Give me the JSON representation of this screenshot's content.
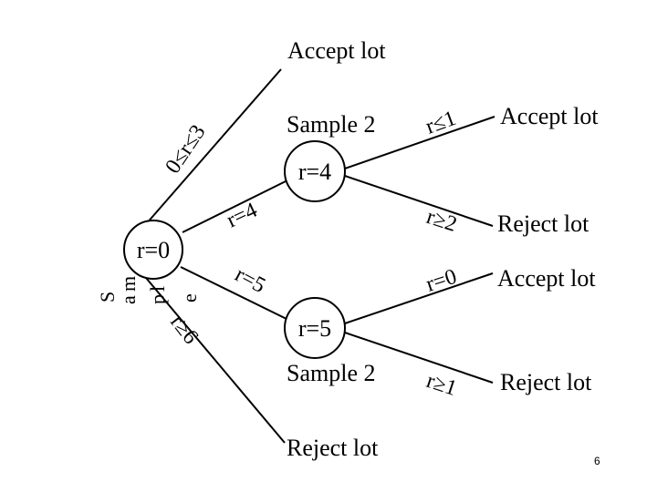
{
  "diagram": {
    "start_node": "r=0",
    "start_side_label": [
      "S",
      "a",
      "m",
      "p",
      "l",
      "e"
    ],
    "top": {
      "edge": "0≤r≤3",
      "outcome": "Accept lot"
    },
    "upper_branch": {
      "edge": "r=4",
      "title": "Sample 2",
      "node": "r=4",
      "children": [
        {
          "edge": "r≤1",
          "outcome": "Accept lot"
        },
        {
          "edge": "r≥2",
          "outcome": "Reject lot"
        }
      ]
    },
    "lower_branch": {
      "edge": "r=5",
      "title": "Sample 2",
      "node": "r=5",
      "children": [
        {
          "edge": "r=0",
          "outcome": "Accept lot"
        },
        {
          "edge": "r≥1",
          "outcome": "Reject lot"
        }
      ]
    },
    "bottom": {
      "edge": "r≥6",
      "outcome": "Reject lot"
    }
  },
  "page_number": "6"
}
